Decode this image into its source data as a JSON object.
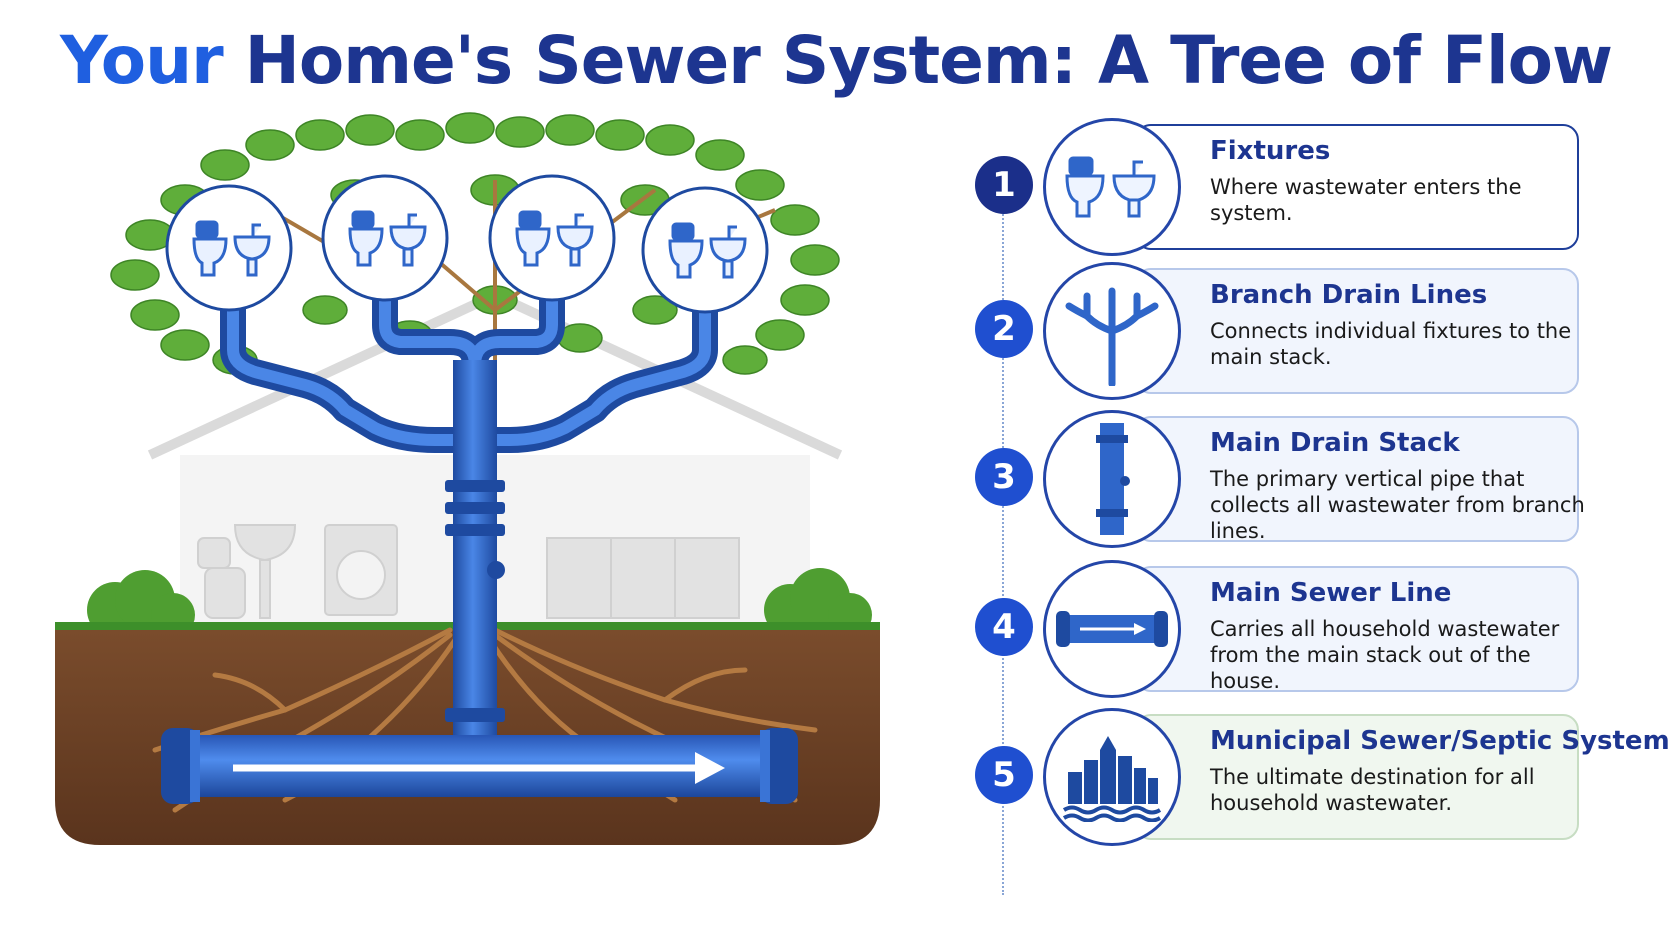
{
  "title": {
    "part1": "Your",
    "part2": "Home's Sewer System: A Tree of Flow"
  },
  "steps": [
    {
      "number": "1",
      "title": "Fixtures",
      "description": "Where wastewater enters the system.",
      "icon": "toilet-sink-icon"
    },
    {
      "number": "2",
      "title": "Branch Drain Lines",
      "description": "Connects individual fixtures to the main stack.",
      "icon": "branch-pipes-icon"
    },
    {
      "number": "3",
      "title": "Main Drain Stack",
      "description": "The primary vertical pipe that collects all wastewater from branch lines.",
      "icon": "vertical-pipe-icon"
    },
    {
      "number": "4",
      "title": "Main Sewer Line",
      "description": "Carries all household wastewater from the main stack out of the house.",
      "icon": "horizontal-pipe-arrow-icon"
    },
    {
      "number": "5",
      "title": "Municipal Sewer/Septic System",
      "description": "The ultimate destination for all household wastewater.",
      "icon": "city-skyline-icon"
    }
  ],
  "colors": {
    "pipe": "#2f66c9",
    "pipe_dark": "#1e4aa0",
    "title": "#1d3590",
    "title_accent": "#1f5fe0",
    "leaf": "#5fae3a",
    "soil": "#6b4126",
    "root": "#a56a35"
  }
}
